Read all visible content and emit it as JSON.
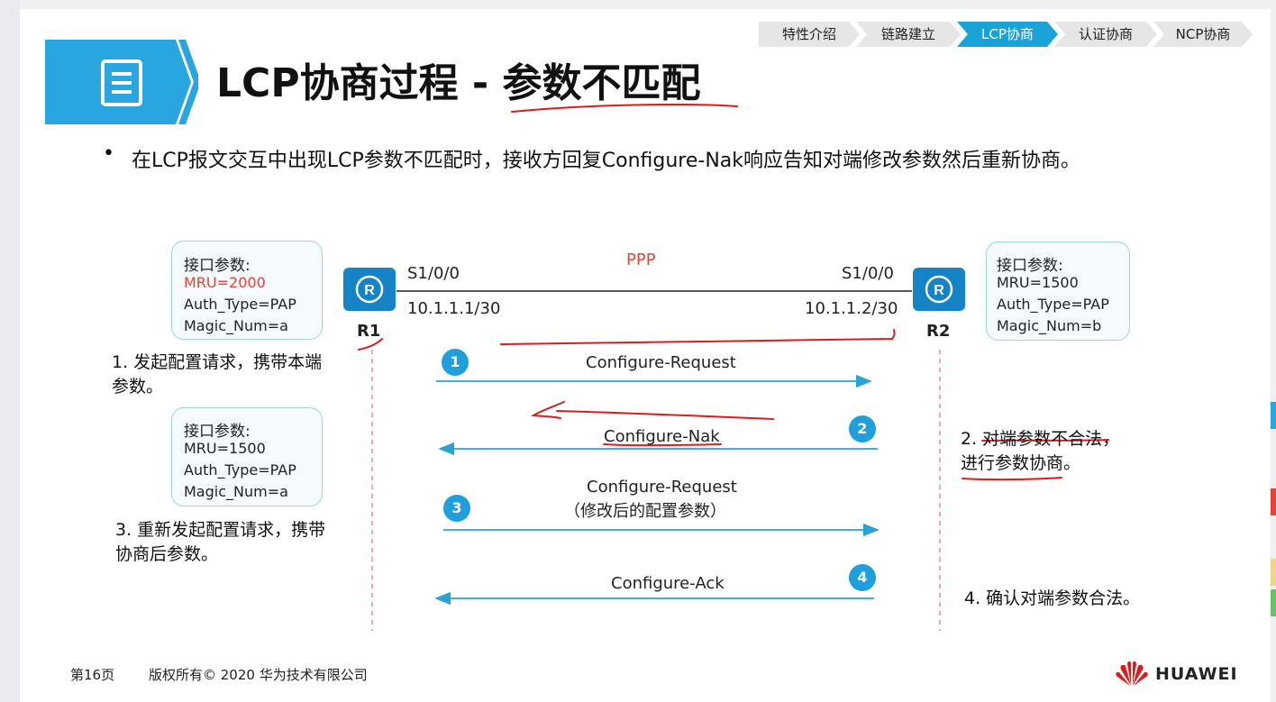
{
  "breadcrumb": {
    "items": [
      {
        "label": "特性介绍",
        "active": false
      },
      {
        "label": "链路建立",
        "active": false
      },
      {
        "label": "LCP协商",
        "active": true
      },
      {
        "label": "认证协商",
        "active": false
      },
      {
        "label": "NCP协商",
        "active": false
      }
    ]
  },
  "header": {
    "title_prefix": "LCP协商过程 - ",
    "title_emph": "参数不匹配",
    "icon": "document-icon"
  },
  "bullet": {
    "marker": "•",
    "text": "在LCP报文交互中出现LCP参数不匹配时，接收方回复Configure-Nak响应告知对端修改参数然后重新协商。"
  },
  "topology": {
    "link_label": "PPP",
    "r1": {
      "name": "R1",
      "iface": "S1/0/0",
      "ip": "10.1.1.1/30"
    },
    "r2": {
      "name": "R2",
      "iface": "S1/0/0",
      "ip": "10.1.1.2/30"
    }
  },
  "boxes": {
    "r1_initial": {
      "heading": "接口参数:",
      "mru": "MRU=2000",
      "auth": "Auth_Type=PAP",
      "magic": "Magic_Num=a"
    },
    "r1_modified": {
      "heading": "接口参数:",
      "mru": "MRU=1500",
      "auth": "Auth_Type=PAP",
      "magic": "Magic_Num=a"
    },
    "r2": {
      "heading": "接口参数:",
      "mru": "MRU=1500",
      "auth": "Auth_Type=PAP",
      "magic": "Magic_Num=b"
    }
  },
  "messages": [
    {
      "num": "1",
      "label": "Configure-Request",
      "sub": "",
      "dir": "right"
    },
    {
      "num": "2",
      "label": "Configure-Nak",
      "sub": "",
      "dir": "left"
    },
    {
      "num": "3",
      "label": "Configure-Request",
      "sub": "（修改后的配置参数）",
      "dir": "right"
    },
    {
      "num": "4",
      "label": "Configure-Ack",
      "sub": "",
      "dir": "left"
    }
  ],
  "steps": {
    "s1_line1": "1. 发起配置请求，携带本端",
    "s1_line2": "参数。",
    "s2_line1": "2. 对端参数不合法，",
    "s2_line2": "进行参数协商。",
    "s3_line1": "3. 重新发起配置请求，携带",
    "s3_line2": "协商后参数。",
    "s4": "4. 确认对端参数合法。"
  },
  "footer": {
    "page": "第16页",
    "copyright": "版权所有© 2020 华为技术有限公司",
    "brand": "HUAWEI"
  },
  "colors": {
    "accent": "#1aa3d9",
    "banner": "#29a6df",
    "arrow": "#29a2d6",
    "badge": "#1fa0dc",
    "red_ink": "#d81e1e",
    "router": "#1583c6"
  }
}
